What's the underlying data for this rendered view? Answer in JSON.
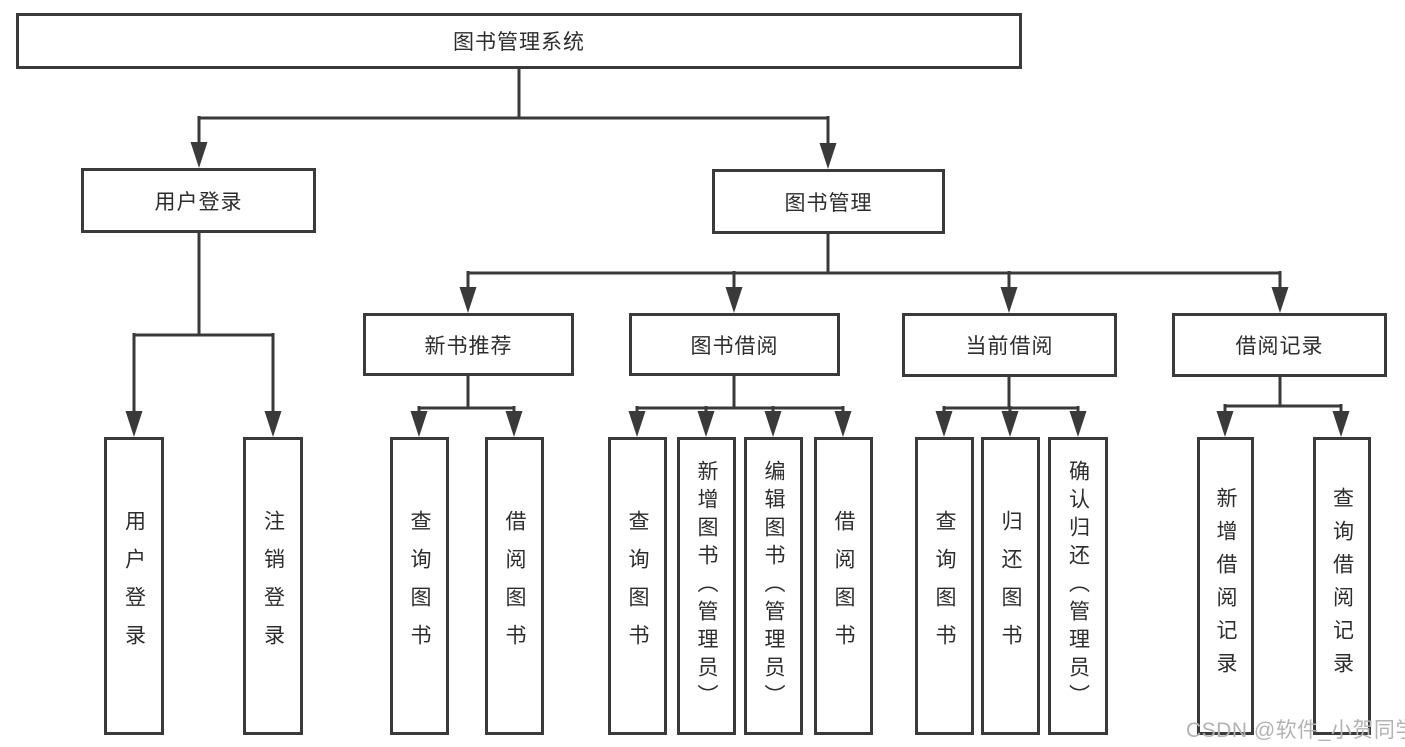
{
  "diagram": {
    "root": {
      "label": "图书管理系统"
    },
    "level2": [
      {
        "label": "用户登录"
      },
      {
        "label": "图书管理"
      }
    ],
    "level3": [
      {
        "label": "新书推荐"
      },
      {
        "label": "图书借阅"
      },
      {
        "label": "当前借阅"
      },
      {
        "label": "借阅记录"
      }
    ],
    "leaves": [
      {
        "label": "用户登录"
      },
      {
        "label": "注销登录"
      },
      {
        "label": "查询图书"
      },
      {
        "label": "借阅图书"
      },
      {
        "label": "查询图书"
      },
      {
        "label": "新增图书（管理员）"
      },
      {
        "label": "编辑图书（管理员）"
      },
      {
        "label": "借阅图书"
      },
      {
        "label": "查询图书"
      },
      {
        "label": "归还图书"
      },
      {
        "label": "确认归还（管理员）"
      },
      {
        "label": "新增借阅记录"
      },
      {
        "label": "查询借阅记录"
      }
    ]
  },
  "watermark": "CSDN @软件_小贺同学",
  "colors": {
    "line": "#3a3a3a",
    "box_border": "#3a3a3a",
    "text": "#2d2d2d",
    "watermark": "#b3b3b3",
    "background": "#ffffff"
  }
}
